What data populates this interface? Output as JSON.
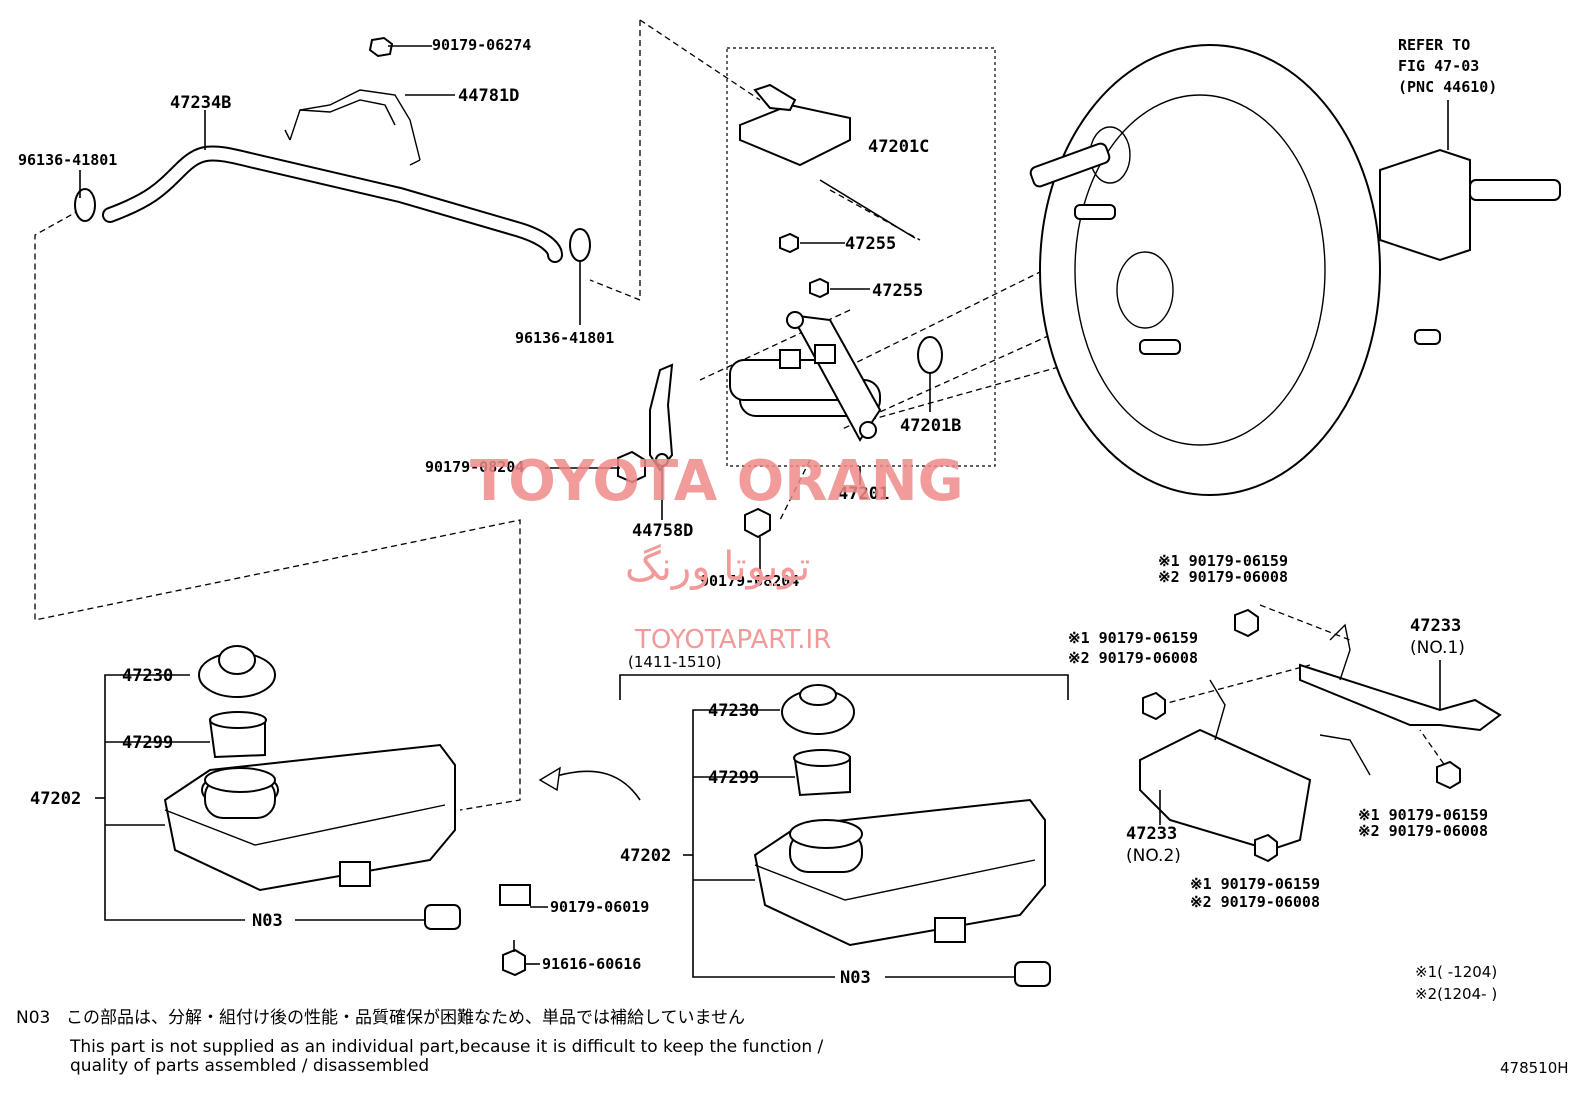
{
  "diagram_id": "478510H",
  "labels": {
    "l47234B": "47234B",
    "l96136a": "96136-41801",
    "l96136b": "96136-41801",
    "l90179_06274": "90179-06274",
    "l44781D": "44781D",
    "l47201C": "47201C",
    "l47255a": "47255",
    "l47255b": "47255",
    "l47201B": "47201B",
    "l47201": "47201",
    "l90179_08204a": "90179-08204",
    "l90179_08204b": "90179-08204",
    "l44758D": "44758D",
    "refer1": "REFER TO",
    "refer2": "FIG 47-03",
    "refer3": "(PNC 44610)",
    "l47230a": "47230",
    "l47299a": "47299",
    "l47202a": "47202",
    "lN03a": "N03",
    "l90179_06019": "90179-06019",
    "l91616": "91616-60616",
    "range": "(1411-1510)",
    "l47230b": "47230",
    "l47299b": "47299",
    "l47202b": "47202",
    "lN03b": "N03",
    "k1a": "※1 90179-06159",
    "k2a": "※2 90179-06008",
    "k1b": "※1 90179-06159",
    "k2b": "※2 90179-06008",
    "k1c": "※1 90179-06159",
    "k2c": "※2 90179-06008",
    "k1d": "※1 90179-06159",
    "k2d": "※2 90179-06008",
    "l47233a": "47233",
    "l47233a_sub": "(NO.1)",
    "l47233b": "47233",
    "l47233b_sub": "(NO.2)",
    "legend1": "※1(      -1204)",
    "legend2": "※2(1204-      )"
  },
  "note": {
    "code": "N03",
    "jp": "この部品は、分解・組付け後の性能・品質確保が困難なため、単品では補給していません",
    "en1": "This part is not supplied as an individual part,because it is difficult to keep the function /",
    "en2": "quality of parts assembled / disassembled"
  },
  "watermark": {
    "title": "TOYOTA ORANG",
    "fa": "تویوتا ورنگ",
    "site": "TOYOTAPART.IR"
  }
}
